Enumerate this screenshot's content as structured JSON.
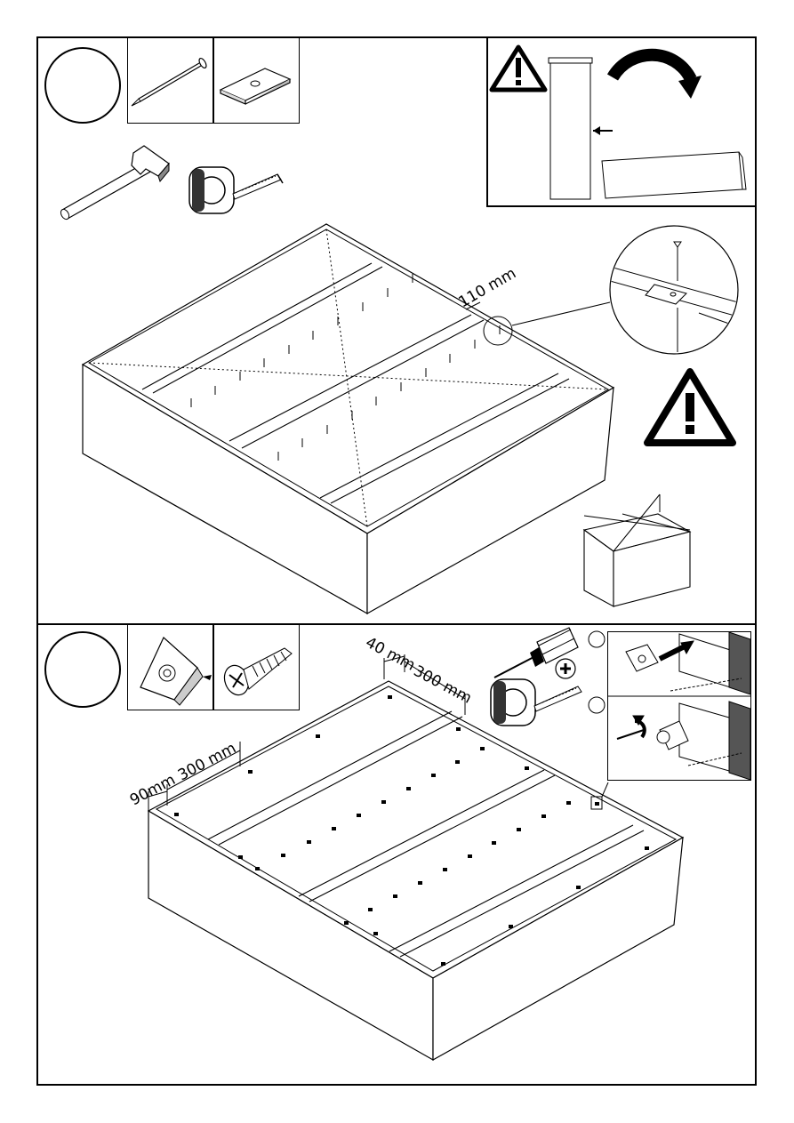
{
  "page": {
    "background": "#ffffff",
    "line_color": "#000000"
  },
  "step_top": {
    "parts": [
      {
        "icon": "nail-icon"
      },
      {
        "icon": "metal-plate-icon"
      }
    ],
    "tools": [
      {
        "icon": "hammer-icon"
      },
      {
        "icon": "tape-measure-icon"
      }
    ],
    "warning_panel": {
      "icon": "warning-icon",
      "rotate_icon": "rotate-arrow-icon"
    },
    "dimension_label": "110 mm",
    "detail_icon": "nail-plate-detail-icon",
    "warning_icon": "warning-icon",
    "diagonal_check_icon": "diagonal-square-check-icon"
  },
  "step_bottom": {
    "parts": [
      {
        "icon": "corner-bracket-icon"
      },
      {
        "icon": "screw-icon"
      }
    ],
    "tools": [
      {
        "icon": "screwdriver-icon"
      },
      {
        "icon": "phillips-head-icon"
      },
      {
        "icon": "tape-measure-icon"
      }
    ],
    "dimension_labels": {
      "d40": "40 mm",
      "d300_right": "300 mm",
      "d90": "90mm",
      "d300_left": "300 mm"
    },
    "detail_icon": "bracket-screw-detail-icon"
  }
}
